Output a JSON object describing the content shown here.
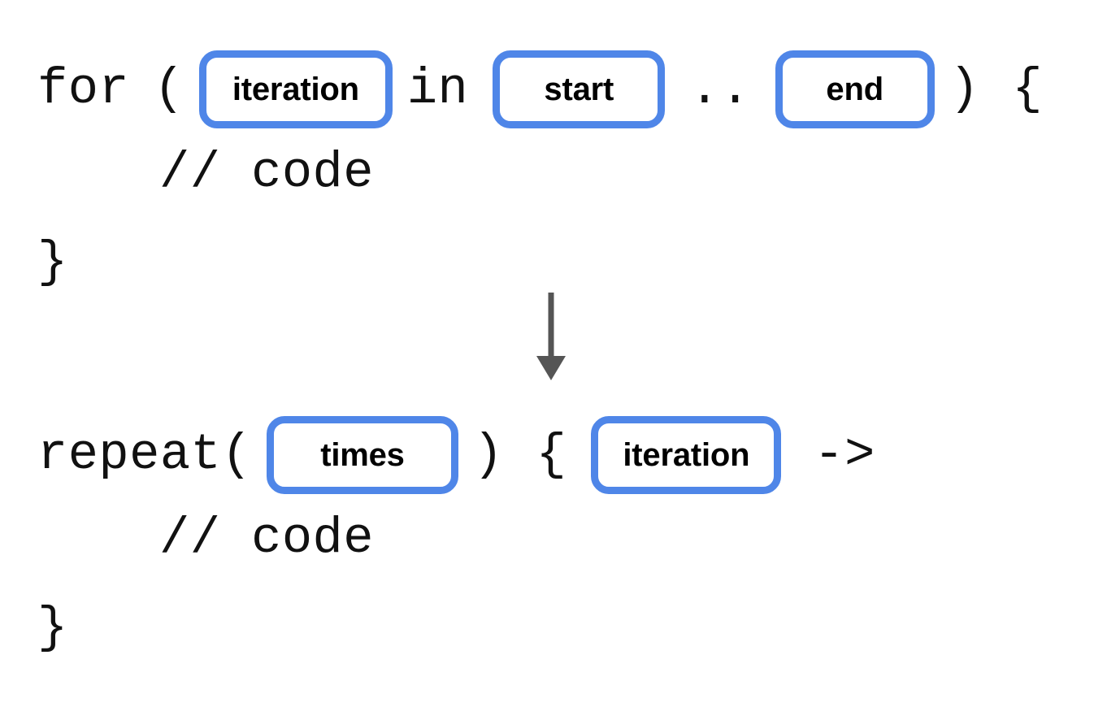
{
  "diagram": {
    "title": "for loop to repeat conversion",
    "accent_color": "#4F86E8",
    "text_color": "#111111",
    "arrow_color": "#555555",
    "background": "#ffffff"
  },
  "before": {
    "line1": {
      "kw_for": "for",
      "paren_open": "(",
      "slot_iteration": "iteration",
      "kw_in": "in",
      "slot_start": "start",
      "range_op": "..",
      "slot_end": "end",
      "paren_close": ")",
      "brace_open": "{"
    },
    "line2": {
      "comment": "// code"
    },
    "line3": {
      "brace_close": "}"
    }
  },
  "after": {
    "line1": {
      "kw_repeat": "repeat(",
      "slot_times": "times",
      "paren_close": ")",
      "brace_open": "{",
      "slot_iteration": "iteration",
      "lambda_arrow": "->"
    },
    "line2": {
      "comment": "// code"
    },
    "line3": {
      "brace_close": "}"
    }
  },
  "arrow": {
    "icon": "arrow-down-icon",
    "direction": "down"
  }
}
